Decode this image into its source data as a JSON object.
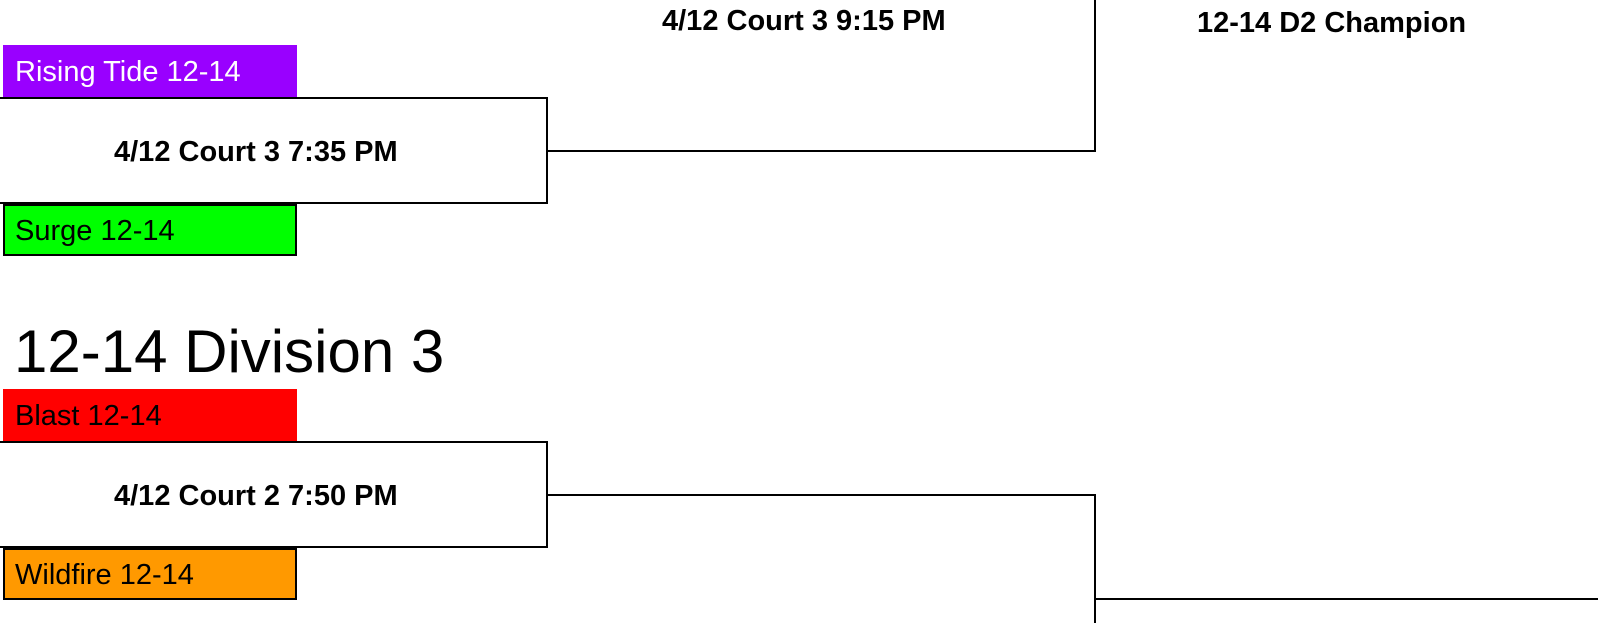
{
  "colors": {
    "rising_tide": "#9900ff",
    "surge": "#00ff00",
    "blast": "#ff0000",
    "wildfire": "#ff9900"
  },
  "division2": {
    "final_game": "4/12 Court 3 9:15 PM",
    "champion_label": "12-14 D2 Champion",
    "semifinal": {
      "team_top": "Rising Tide 12-14",
      "game": "4/12 Court 3 7:35 PM",
      "team_bottom": "Surge 12-14"
    }
  },
  "division3": {
    "title": "12-14 Division 3",
    "semifinal": {
      "team_top": "Blast 12-14",
      "game": "4/12 Court 2 7:50 PM",
      "team_bottom": "Wildfire 12-14"
    }
  }
}
